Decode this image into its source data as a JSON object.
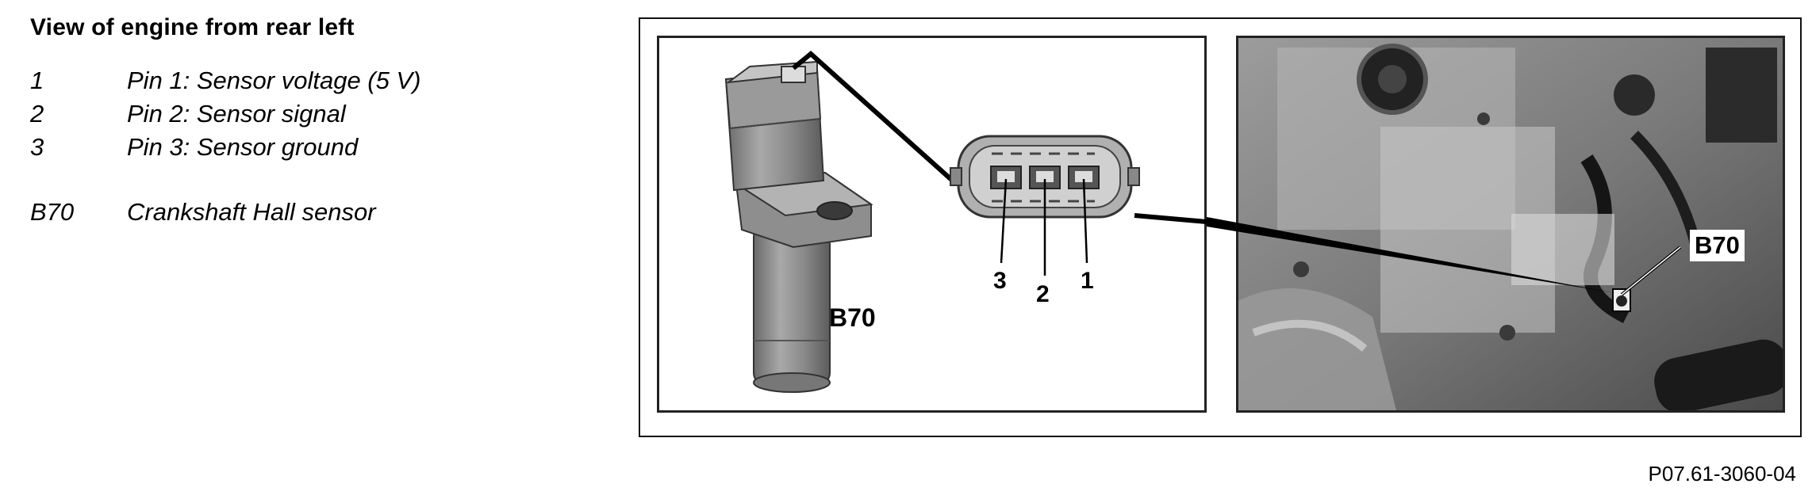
{
  "legend": {
    "title": "View of engine from rear left",
    "items": [
      {
        "code": "1",
        "desc": "Pin 1:  Sensor voltage (5 V)"
      },
      {
        "code": "2",
        "desc": "Pin 2:  Sensor signal"
      },
      {
        "code": "3",
        "desc": "Pin 3:  Sensor ground"
      }
    ],
    "component": {
      "code": "B70",
      "desc": "Crankshaft Hall sensor"
    }
  },
  "figure": {
    "sensor_label": "B70",
    "pin_labels": [
      "3",
      "2",
      "1"
    ],
    "photo_label": "B70",
    "figure_id": "P07.61-3060-04"
  }
}
